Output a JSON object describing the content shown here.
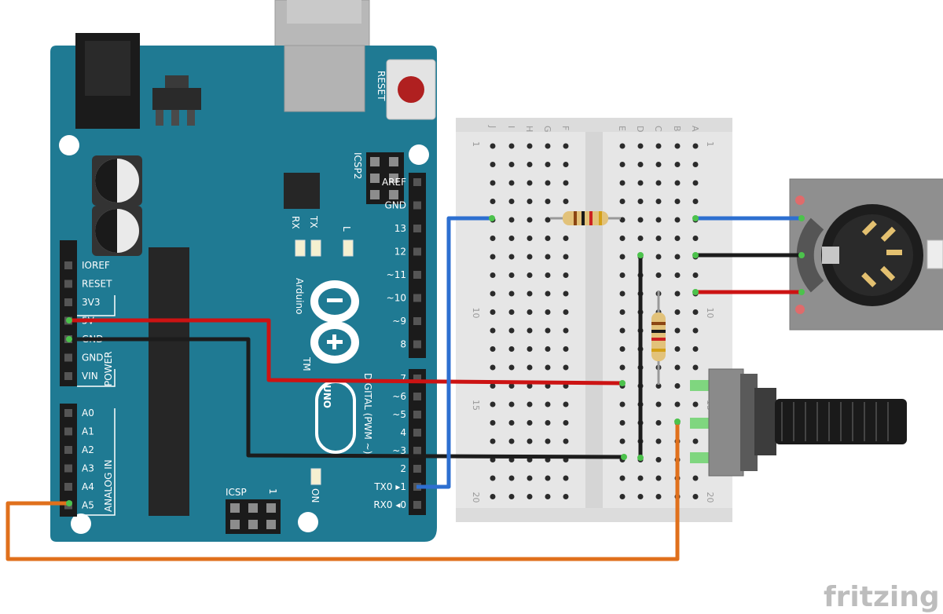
{
  "arduino": {
    "name": "Arduino",
    "model": "UNO",
    "tm": "TM",
    "reset": "RESET",
    "icsp2": "ICSP2",
    "icsp": "ICSP",
    "icsp_pin1": "1",
    "rx": "RX",
    "tx": "TX",
    "l": "L",
    "on": "ON",
    "digital_label": "DIGITAL (PWM ~)",
    "power_label": "POWER",
    "analog_label": "ANALOG IN",
    "digital_pins": [
      "AREF",
      "GND",
      "13",
      "12",
      "~11",
      "~10",
      "~9",
      "8",
      "7",
      "~6",
      "~5",
      "4",
      "~3",
      "2",
      "TX0 ▸1",
      "RX0 ◂0"
    ],
    "power_pins": [
      "IOREF",
      "RESET",
      "3V3",
      "5V",
      "GND",
      "GND",
      "VIN"
    ],
    "analog_pins": [
      "A0",
      "A1",
      "A2",
      "A3",
      "A4",
      "A5"
    ]
  },
  "breadboard": {
    "col_letters_left": [
      "J",
      "I",
      "H",
      "G",
      "F"
    ],
    "col_letters_right": [
      "E",
      "D",
      "C",
      "B",
      "A"
    ],
    "row_marks": [
      "1",
      "10",
      "15",
      "20"
    ]
  },
  "brand": {
    "text": "fritzing"
  },
  "colors": {
    "board": "#1f7a93",
    "red_wire": "#cc1313",
    "black_wire": "#1c1c1c",
    "blue_wire": "#2d6fd0",
    "orange_wire": "#e0701c"
  }
}
